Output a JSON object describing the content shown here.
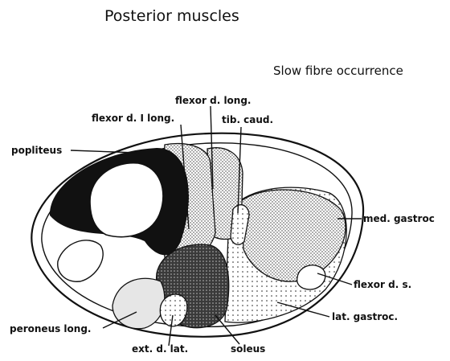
{
  "figure": {
    "title": "Posterior muscles",
    "subtitle": "Slow fibre occurrence"
  },
  "labels": {
    "flexor_d_long": "flexor d. long.",
    "flexor_d_I_long": "flexor d. I long.",
    "tib_caud": "tib. caud.",
    "popliteus": "popliteus",
    "med_gastroc": "med. gastroc",
    "flexor_d_s": "flexor d. s.",
    "lat_gastroc": "lat. gastroc.",
    "peroneus_long": "peroneus long.",
    "ext_d_lat": "ext. d. lat.",
    "soleus": "soleus"
  },
  "colors": {
    "ink": "#111111",
    "background": "#ffffff",
    "shade_light": "#e6e6e6",
    "shade_dense": "#2a2a2a"
  }
}
